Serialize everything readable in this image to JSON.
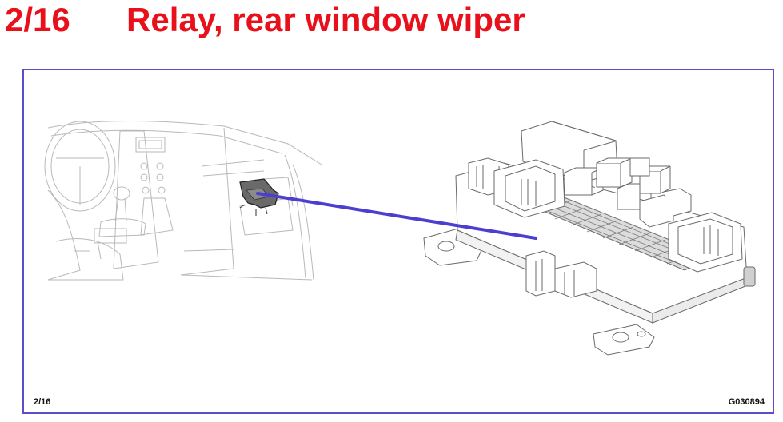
{
  "header": {
    "code": "2/16",
    "title": "Relay, rear window wiper"
  },
  "figure": {
    "page_ref": "2/16",
    "image_id": "G030894",
    "leader_color": "#4b3fd0",
    "title_color": "#e8101a",
    "frame_color": "#5a4fc8",
    "icons": [
      "car-interior-illustration",
      "central-electronic-module-illustration"
    ]
  }
}
